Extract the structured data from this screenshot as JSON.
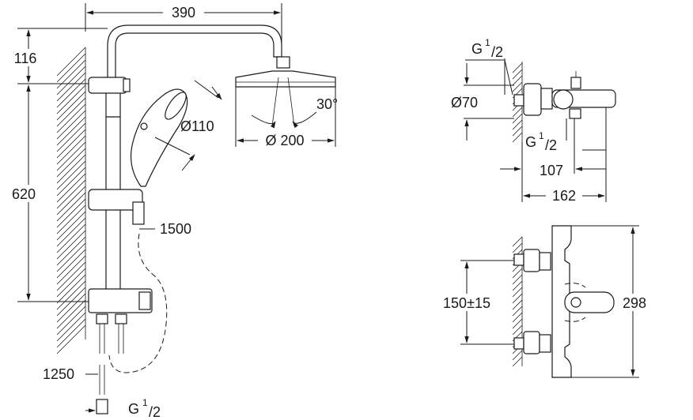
{
  "labels": {
    "arm_width": "390",
    "top_height": "116",
    "rail_height": "620",
    "hand_shower_dia": "Ø110",
    "head_shower_dia": "Ø 200",
    "spray_angle": "30°",
    "hose_length": "1500",
    "extension_length": "1250",
    "thread_main": "G",
    "thread_sup": "1",
    "thread_sub": "/2",
    "mixer_pipe_dia": "Ø70",
    "mixer_depth_a": "107",
    "mixer_depth_b": "162",
    "connection_spacing": "150±15",
    "mixer_height": "298"
  }
}
